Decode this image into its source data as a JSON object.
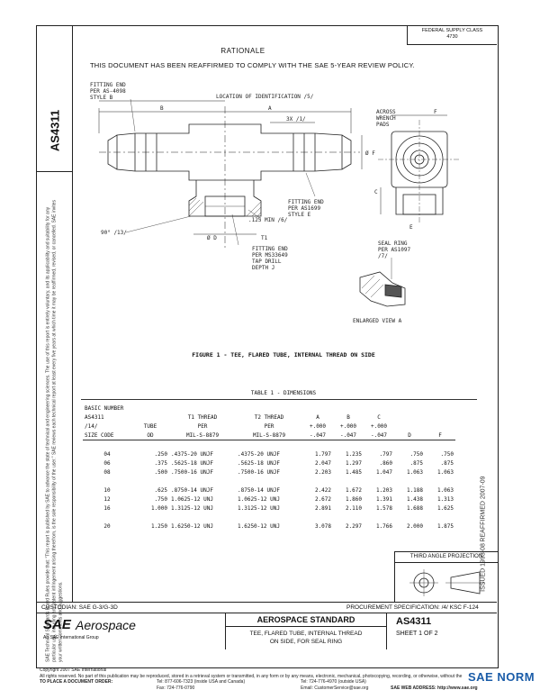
{
  "header": {
    "federal_supply_class": "FEDERAL SUPPLY CLASS",
    "fsc_number": "4730",
    "side_doc_number": "AS4311"
  },
  "rationale": {
    "title": "RATIONALE",
    "text": "THIS DOCUMENT HAS BEEN REAFFIRMED TO COMPLY WITH THE SAE 5-YEAR REVIEW POLICY."
  },
  "drawing": {
    "labels": {
      "fitting_end_left": [
        "FITTING END",
        "PER AS-4098",
        "STYLE B"
      ],
      "identification": "LOCATION OF IDENTIFICATION /5/",
      "dim_a": "A",
      "dim_b": "B",
      "dim_c": "C",
      "dim_d": "Ø D",
      "dim_e": "E",
      "dim_f": "F",
      "dim_f_dia": "Ø F",
      "three_x": "3X /1/",
      "across_wrench": [
        "ACROSS",
        "WRENCH",
        "PADS"
      ],
      "fitting_end_right": [
        "FITTING END",
        "PER AS1699",
        "STYLE E"
      ],
      "min_125": ".125 MIN /6/",
      "angle": "90° /13/",
      "t1": "T1",
      "fitting_end_bottom": [
        "FITTING END",
        "PER MS33649",
        "TAP DRILL",
        "DEPTH J"
      ],
      "seal_ring": [
        "SEAL RING",
        "PER AS1097",
        "/7/"
      ],
      "enlarged_view": "ENLARGED VIEW A"
    },
    "caption": "FIGURE 1 - TEE, FLARED TUBE, INTERNAL THREAD ON SIDE"
  },
  "table": {
    "title": "TABLE 1 - DIMENSIONS",
    "headers": {
      "basic_number_1": "BASIC NUMBER",
      "basic_number_2": "AS4311",
      "basic_number_3": "/14/",
      "basic_number_4": "SIZE CODE",
      "tube_1": "TUBE",
      "tube_2": "OD",
      "t1_1": "T1 THREAD",
      "t1_2": "PER",
      "t1_3": "MIL-S-8879",
      "t2_1": "T2 THREAD",
      "t2_2": "PER",
      "t2_3": "MIL-S-8879",
      "a_1": "A",
      "a_2": "+.000",
      "a_3": "-.047",
      "b_1": "B",
      "b_2": "+.000",
      "b_3": "-.047",
      "c_1": "C",
      "c_2": "+.000",
      "c_3": "-.047",
      "d": "D",
      "f": "F"
    },
    "rows": [
      {
        "size": "04",
        "tube": ".250",
        "t1": ".4375-20 UNJF",
        "t2": ".4375-20 UNJF",
        "a": "1.797",
        "b": "1.235",
        "c": ".797",
        "d": ".750",
        "f": ".750"
      },
      {
        "size": "06",
        "tube": ".375",
        "t1": ".5625-18 UNJF",
        "t2": ".5625-18 UNJF",
        "a": "2.047",
        "b": "1.297",
        "c": ".860",
        "d": ".875",
        "f": ".875"
      },
      {
        "size": "08",
        "tube": ".500",
        "t1": ".7500-16 UNJF",
        "t2": ".7500-16 UNJF",
        "a": "2.203",
        "b": "1.485",
        "c": "1.047",
        "d": "1.063",
        "f": "1.063"
      },
      {
        "size": "10",
        "tube": ".625",
        "t1": ".8750-14 UNJF",
        "t2": ".8750-14 UNJF",
        "a": "2.422",
        "b": "1.672",
        "c": "1.203",
        "d": "1.188",
        "f": "1.063"
      },
      {
        "size": "12",
        "tube": ".750",
        "t1": "1.0625-12 UNJ",
        "t2": "1.0625-12 UNJ",
        "a": "2.672",
        "b": "1.860",
        "c": "1.391",
        "d": "1.438",
        "f": "1.313"
      },
      {
        "size": "16",
        "tube": "1.000",
        "t1": "1.3125-12 UNJ",
        "t2": "1.3125-12 UNJ",
        "a": "2.891",
        "b": "2.110",
        "c": "1.578",
        "d": "1.688",
        "f": "1.625"
      },
      {
        "size": "20",
        "tube": "1.250",
        "t1": "1.6250-12 UNJ",
        "t2": "1.6250-12 UNJ",
        "a": "3.078",
        "b": "2.297",
        "c": "1.766",
        "d": "2.000",
        "f": "1.875"
      }
    ]
  },
  "side_stamps": {
    "reaffirmed": "REAFFIRMED 2007-09",
    "issued": "ISSUED 1993-08",
    "disclaimer": "SAE Technical Standards Board Rules provide that: \"This report is published by SAE to advance the state of technical and engineering sciences. The use of this report is entirely voluntary, and its applicability and suitability for any particular use, including any patent infringement arising therefrom, is the sole responsibility of the user.\" SAE reviews each technical report at least every five years at which time it may be reaffirmed, revised, or cancelled. SAE invites your written comments and suggestions."
  },
  "third_angle": {
    "title": "THIRD ANGLE PROJECTION"
  },
  "bottom": {
    "custodian": "CUSTODIAN:  SAE G-3/G-3D",
    "procurement": "PROCUREMENT SPECIFICATION: /4/ KSC F-124",
    "logo_sae": "SAE",
    "logo_aerospace": "Aerospace",
    "logo_group": "An SAE International Group",
    "aero_standard": "AEROSPACE STANDARD",
    "doc_title_1": "TEE, FLARED TUBE, INTERNAL THREAD",
    "doc_title_2": "ON SIDE, FOR SEAL RING",
    "doc_id": "AS4311",
    "sheet": "SHEET 1 OF 2"
  },
  "footer": {
    "copyright": "Copyright 2007 SAE International",
    "rights": "All rights reserved. No part of this publication may be reproduced, stored in a retrieval system or transmitted, in any form or by any means, electronic, mechanical, photocopying, recording, or otherwise, without the prior written permission of SAE.",
    "order_label": "TO PLACE A DOCUMENT ORDER:",
    "tel_us": "Tel: 877-606-7323 (inside USA and Canada)",
    "tel_outside": "Tel: 724-776-4970 (outside USA)",
    "fax": "Fax: 724-776-0790",
    "email": "Email: CustomerService@sae.org",
    "web": "SAE WEB ADDRESS: http://www.sae.org",
    "watermark": "SAE NORM"
  }
}
